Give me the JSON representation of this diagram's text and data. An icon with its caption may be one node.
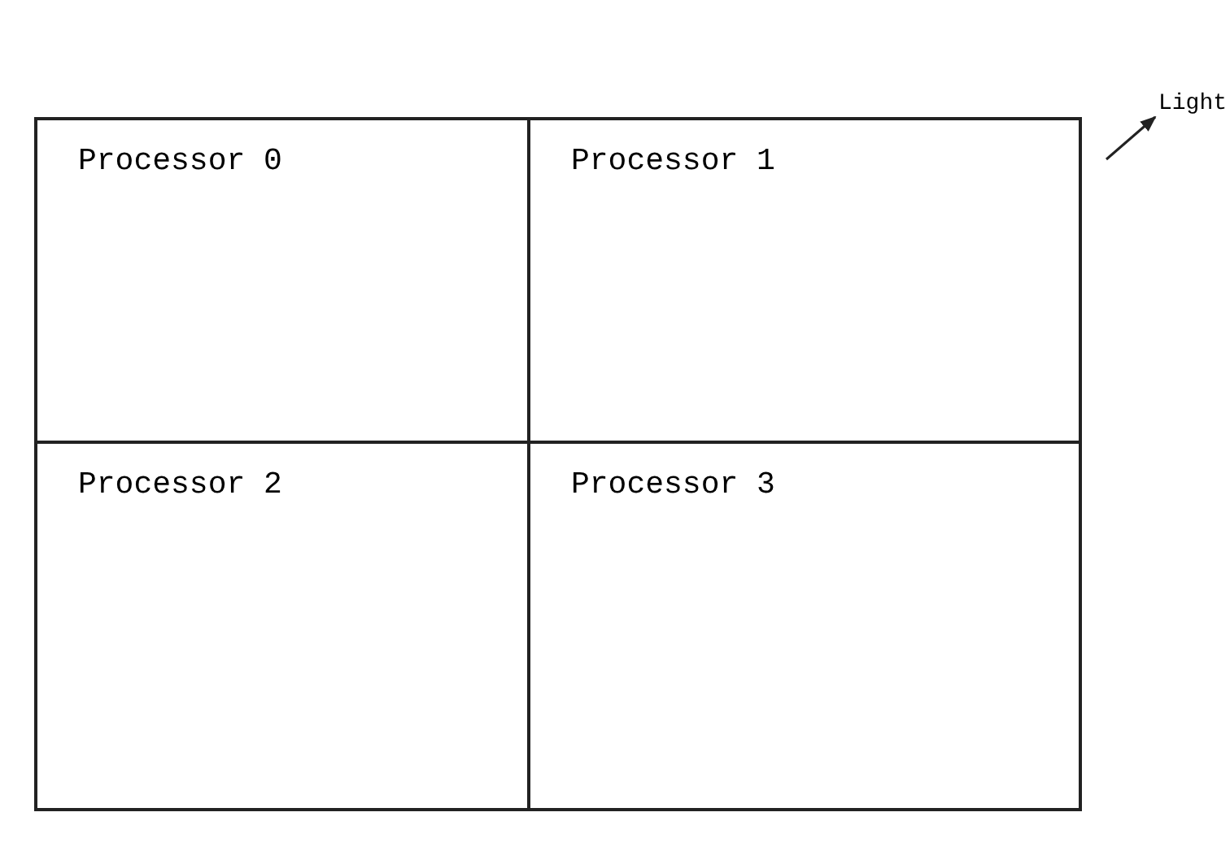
{
  "diagram": {
    "nodes": [
      {
        "text": [
          "Processor 0"
        ]
      },
      {
        "text": [
          "Processor 1"
        ]
      },
      {
        "text": [
          "Processor 2"
        ]
      },
      {
        "text": [
          "Processor 3"
        ]
      }
    ],
    "labels": [
      "Light"
    ]
  }
}
